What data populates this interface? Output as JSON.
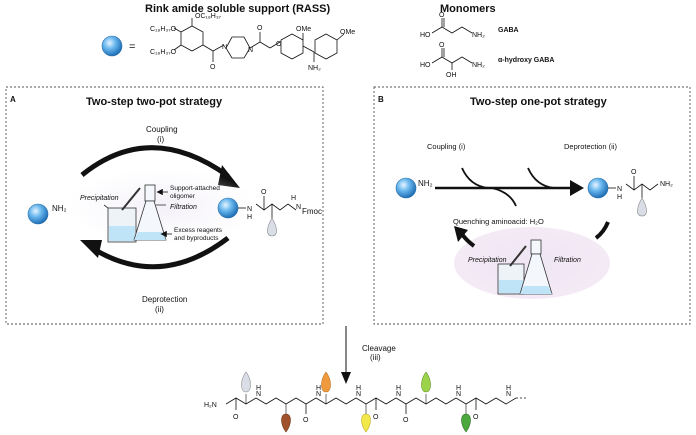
{
  "header": {
    "support_title": "Rink amide soluble support (RASS)",
    "equals": "=",
    "monomers_title": "Monomers",
    "gaba_label": "GABA",
    "hydroxy_gaba_label": "α-hydroxy GABA",
    "chem": {
      "oc18a": "OC₁₈H₃₇",
      "oc18b": "C₁₈H₃₇O",
      "oc18c": "C₁₈H₃₇O",
      "ome1": "OMe",
      "ome2": "OMe",
      "nh2": "NH₂",
      "n1": "N",
      "n2": "N",
      "o1": "O",
      "o2": "O",
      "o3": "O",
      "ho1": "HO",
      "ho2": "HO",
      "o4": "O",
      "o5": "O",
      "nh2g": "NH₂",
      "nh2h": "NH₂",
      "oh": "OH"
    }
  },
  "panel_a": {
    "letter": "A",
    "title": "Two-step two-pot strategy",
    "coupling": "Coupling",
    "coupling_num": "(i)",
    "deprotection": "Deprotection",
    "deprotection_num": "(ii)",
    "nh2": "NH₂",
    "precipitation": "Precipitation",
    "filtration": "Filtration",
    "support_attached": "Support-attached",
    "oligomer": "oligomer",
    "excess": "Excess reagents",
    "byproducts": "and byproducts",
    "fmoc": "Fmoc",
    "h": "H",
    "n": "N",
    "n2": "N",
    "h2": "H",
    "o": "O"
  },
  "panel_b": {
    "letter": "B",
    "title": "Two-step one-pot strategy",
    "coupling": "Coupling (i)",
    "deprotection": "Deprotection (ii)",
    "nh2": "NH₂",
    "quenching": "Quenching aminoacid: H₂O",
    "precipitation": "Precipitation",
    "filtration": "Filtration",
    "n": "N",
    "h": "H",
    "o": "O",
    "nh2b": "NH₂"
  },
  "cleavage": {
    "label": "Cleavage",
    "num": "(iii)",
    "h2n": "H₂N",
    "o_labels": [
      "O",
      "O",
      "O",
      "O",
      "O"
    ],
    "n_labels": [
      "N",
      "N",
      "N",
      "N",
      "N",
      "N"
    ],
    "h_labels": [
      "H",
      "H",
      "H",
      "H",
      "H",
      "H"
    ]
  },
  "colors": {
    "bead": "#4aa3e0",
    "drop_grey": "#d9dde6",
    "drop_brown": "#a0522d",
    "drop_orange": "#f09a3e",
    "drop_yellow": "#f3e84a",
    "drop_green": "#9bd44a"
  }
}
